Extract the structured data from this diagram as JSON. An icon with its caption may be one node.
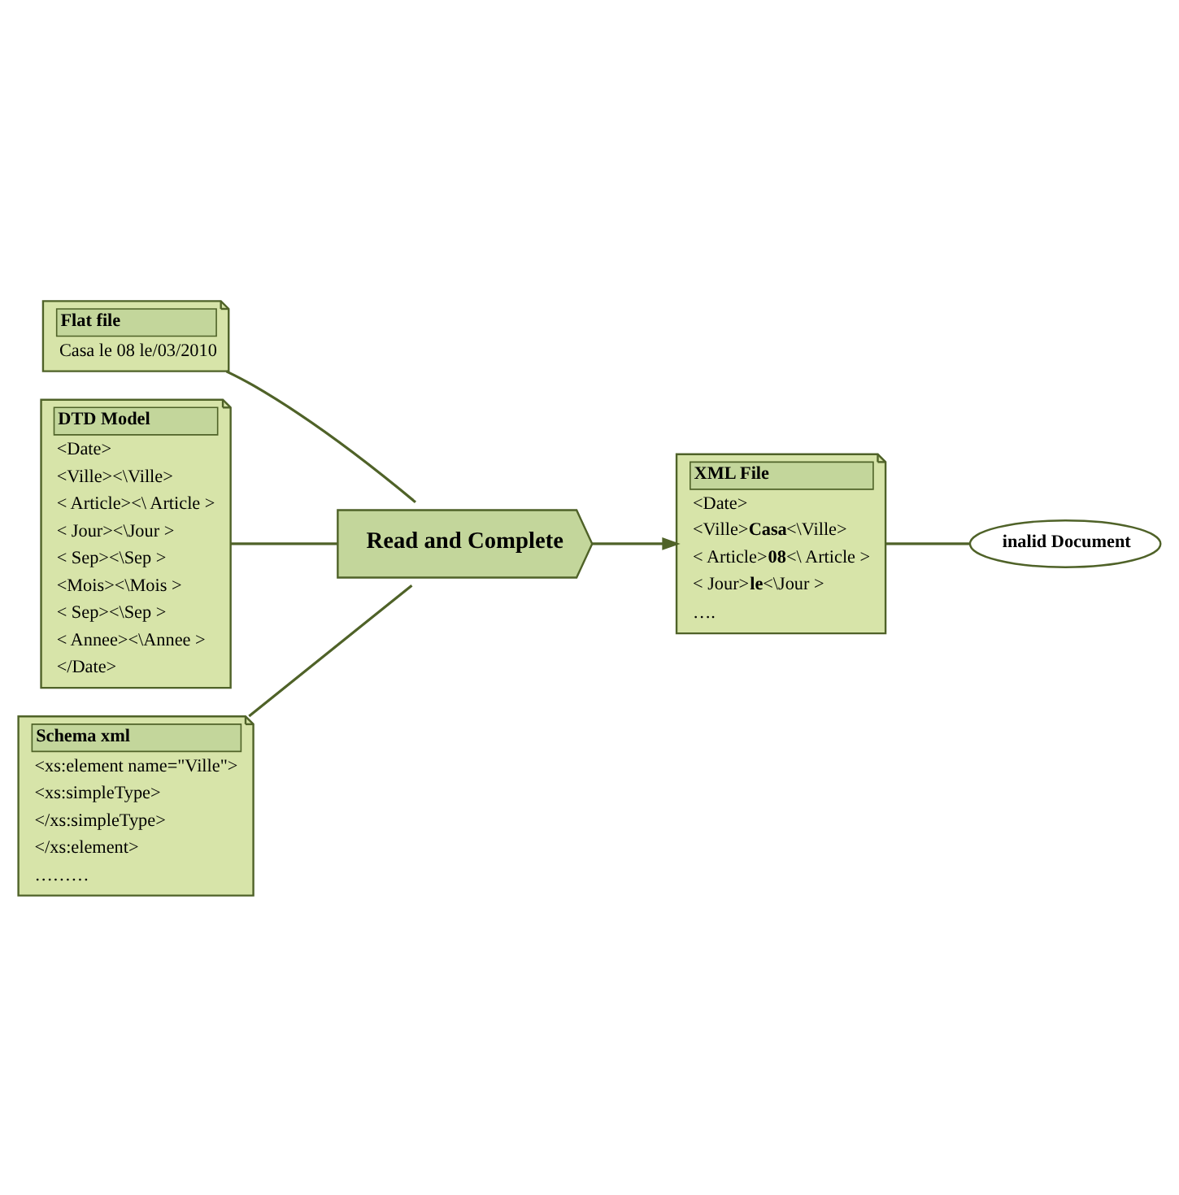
{
  "diagram": {
    "nodes": [
      {
        "text": [
          "Flat file",
          "Casa le 08 le/03/2010"
        ]
      },
      {
        "text": [
          "DTD Model",
          "<Date>",
          "<Ville><\\Ville>",
          "< Article><\\ Article >",
          "< Jour><\\Jour >",
          "< Sep><\\Sep >",
          "<Mois><\\Mois >",
          "< Sep><\\Sep >",
          "< Annee><\\Annee >",
          "</Date>"
        ]
      },
      {
        "text": [
          "Schema xml",
          "<xs:element name=\"Ville\">",
          "<xs:simpleType>",
          "</xs:simpleType>",
          "</xs:element>",
          "………"
        ]
      },
      {
        "text": [
          "Read and Complete"
        ]
      },
      {
        "text": [
          "XML File",
          "<Date>",
          "<Ville>**Casa**<\\Ville>",
          "< Article>**08**<\\ Article >",
          "< Jour>**le**<\\Jour >",
          "…."
        ]
      },
      {
        "text": [
          "inalid Document"
        ]
      }
    ],
    "edges": [
      {
        "from": 0,
        "to": 3,
        "arrow": "none"
      },
      {
        "from": 1,
        "to": 3,
        "arrow": "none"
      },
      {
        "from": 2,
        "to": 3,
        "arrow": "none"
      },
      {
        "from": 3,
        "to": 4,
        "arrow": "to"
      },
      {
        "from": 4,
        "to": 5,
        "arrow": "none"
      }
    ]
  }
}
